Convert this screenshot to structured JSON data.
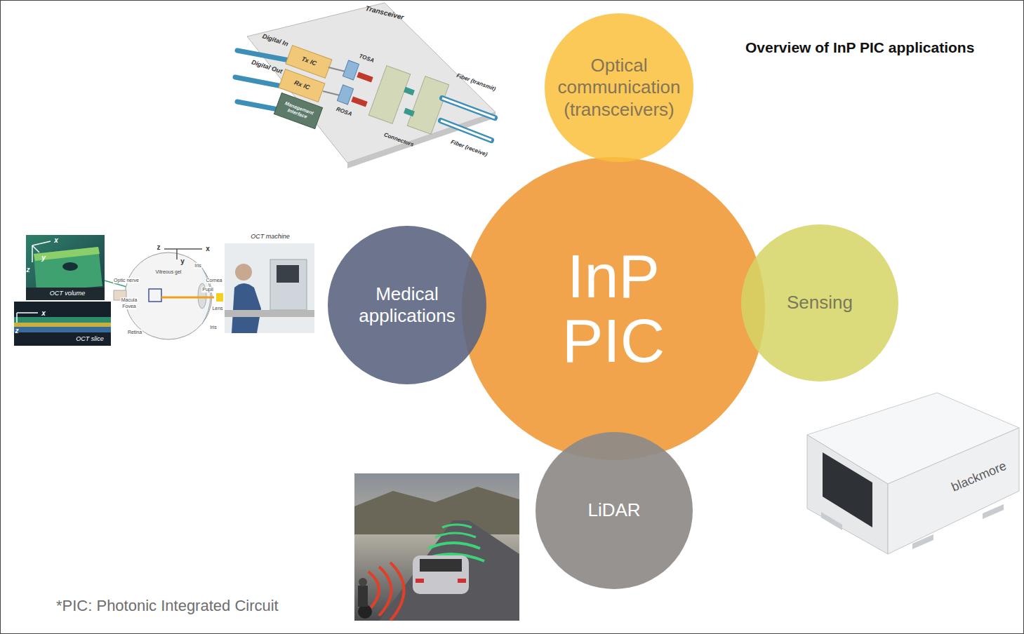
{
  "diagram": {
    "title": "Overview of InP PIC applications",
    "caption": "*PIC: Photonic Integrated Circuit",
    "nodes": [
      {
        "text": [
          "Optical communication (transceivers)"
        ]
      },
      {
        "text": [
          "Medical applications"
        ]
      },
      {
        "text": [
          "InP PIC"
        ]
      },
      {
        "text": [
          "Sensing"
        ]
      },
      {
        "text": [
          "LiDAR"
        ]
      }
    ],
    "labels": [
      "Transceiver",
      "Digital In",
      "Digital Out",
      "Tx IC",
      "Rx IC",
      "Management Interface",
      "TOSA",
      "ROSA",
      "Connectors",
      "Fiber (transmit)",
      "Fiber (receive)",
      "x",
      "y",
      "z",
      "OCT volume",
      "x",
      "z",
      "OCT slice",
      "z",
      "x",
      "y",
      "Vitreous gel",
      "Optic nerve",
      "Macula",
      "Fovea",
      "Retina",
      "Iris",
      "Cornea",
      "Pupil",
      "Lens",
      "Iris",
      "OCT machine",
      "blackmore"
    ]
  }
}
